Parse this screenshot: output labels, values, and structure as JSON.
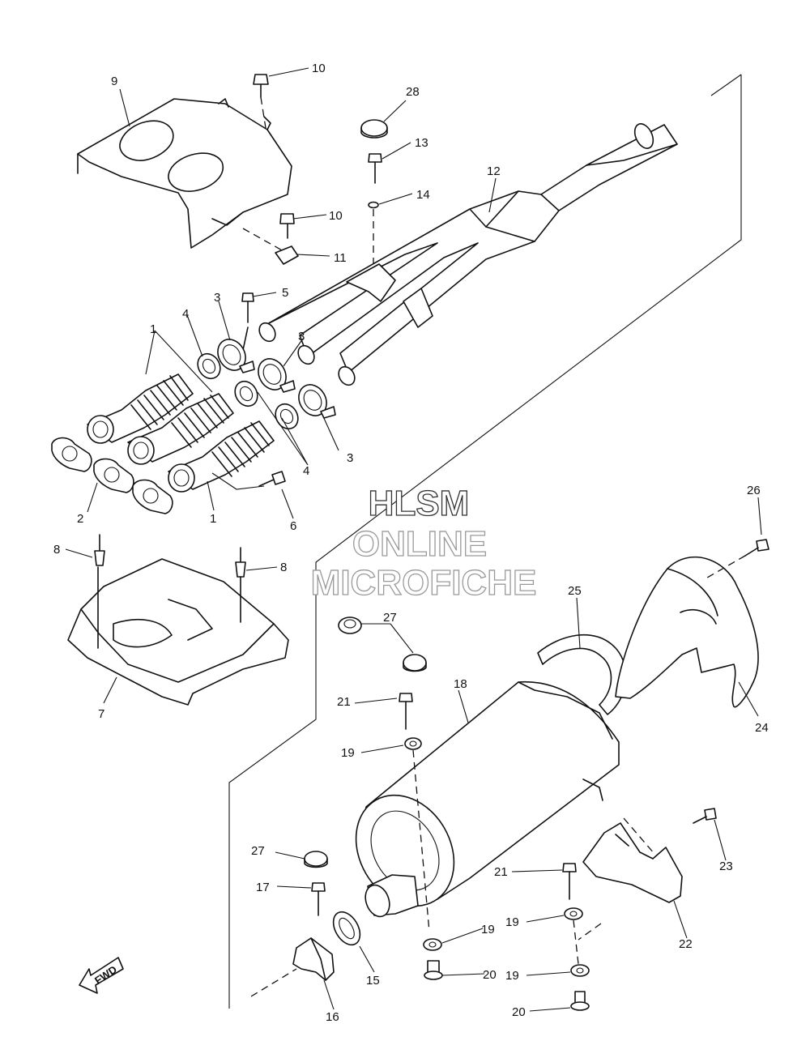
{
  "watermark": {
    "line1": "HLSM",
    "line2": "ONLINE",
    "line3": "MICROFICHE"
  },
  "direction_label": "FWD",
  "callouts": {
    "c1a": "1",
    "c1b": "1",
    "c2": "2",
    "c3a": "3",
    "c3b": "3",
    "c3c": "3",
    "c4a": "4",
    "c4b": "4",
    "c5": "5",
    "c6": "6",
    "c7": "7",
    "c8a": "8",
    "c8b": "8",
    "c9": "9",
    "c10a": "10",
    "c10b": "10",
    "c11": "11",
    "c12": "12",
    "c13": "13",
    "c14": "14",
    "c15": "15",
    "c16": "16",
    "c17": "17",
    "c18": "18",
    "c19a": "19",
    "c19b": "19",
    "c19c": "19",
    "c19d": "19",
    "c20a": "20",
    "c20b": "20",
    "c21a": "21",
    "c21b": "21",
    "c22": "22",
    "c23": "23",
    "c24": "24",
    "c25": "25",
    "c26": "26",
    "c27a": "27",
    "c27b": "27",
    "c28": "28"
  }
}
